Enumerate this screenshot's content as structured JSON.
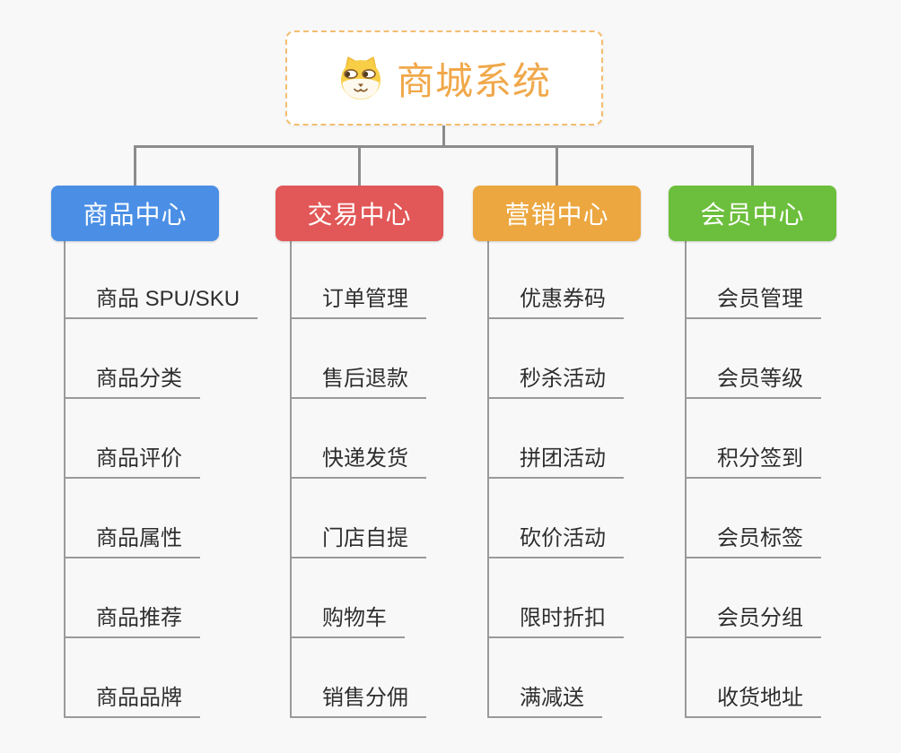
{
  "page": {
    "background_color": "#f8f8f8",
    "connector_color": "#8c8c8c",
    "leaf_line_color": "#9a9a9a"
  },
  "root": {
    "title": "商城系统",
    "icon": "shiba-dog-icon",
    "text_color": "#f0a84a",
    "border_color": "#f2be70"
  },
  "branches": [
    {
      "label": "商品中心",
      "color": "#4a8fe5",
      "children": [
        "商品 SPU/SKU",
        "商品分类",
        "商品评价",
        "商品属性",
        "商品推荐",
        "商品品牌"
      ]
    },
    {
      "label": "交易中心",
      "color": "#e25757",
      "children": [
        "订单管理",
        "售后退款",
        "快递发货",
        "门店自提",
        "购物车",
        "销售分佣"
      ]
    },
    {
      "label": "营销中心",
      "color": "#eca740",
      "children": [
        "优惠券码",
        "秒杀活动",
        "拼团活动",
        "砍价活动",
        "限时折扣",
        "满减送"
      ]
    },
    {
      "label": "会员中心",
      "color": "#6cbf3c",
      "children": [
        "会员管理",
        "会员等级",
        "积分签到",
        "会员标签",
        "会员分组",
        "收货地址"
      ]
    }
  ]
}
